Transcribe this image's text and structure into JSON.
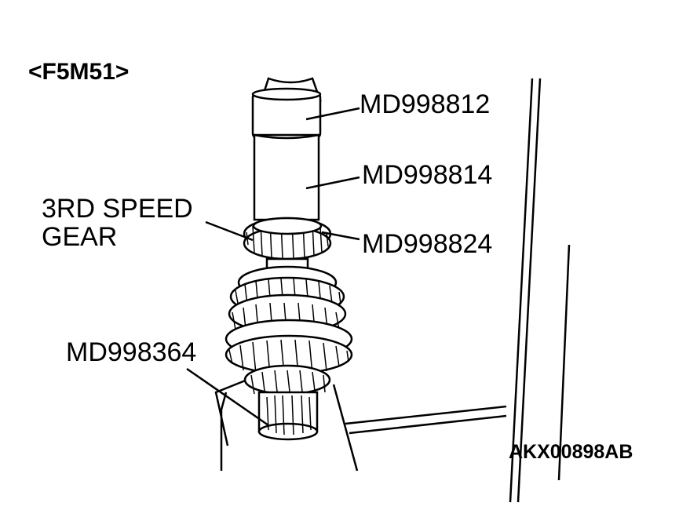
{
  "diagram": {
    "model_label": "<F5M51>",
    "figure_id": "AKX00898AB",
    "callouts": {
      "tool_top": "MD998812",
      "tool_middle": "MD998814",
      "tool_collar": "MD998824",
      "gear_line1": "3RD SPEED",
      "gear_line2": "GEAR",
      "tool_bottom": "MD998364"
    }
  }
}
